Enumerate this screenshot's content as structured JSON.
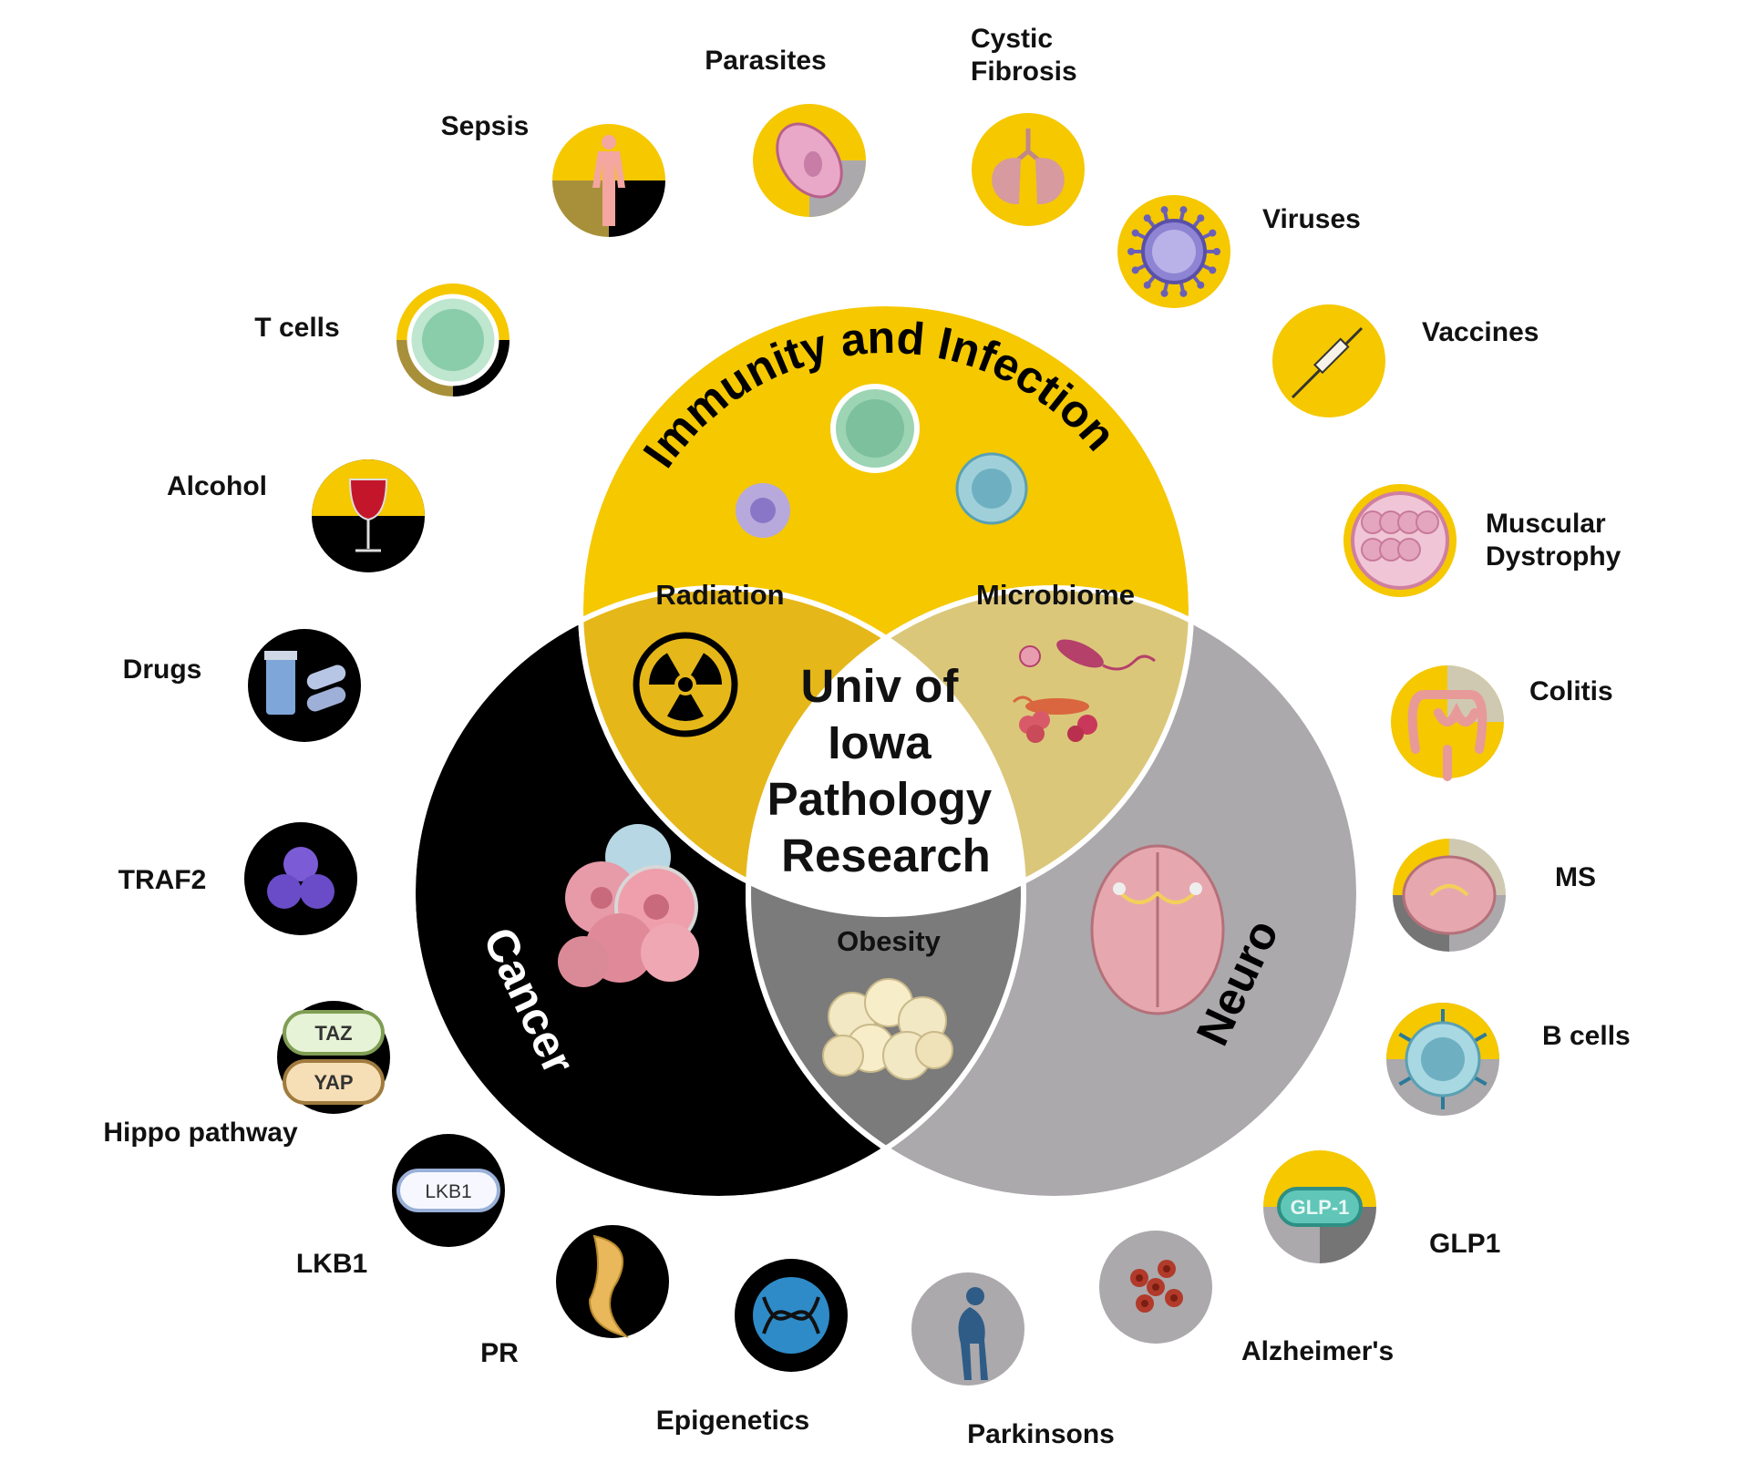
{
  "center_title": [
    "Univ of",
    "Iowa",
    "Pathology",
    "Research"
  ],
  "sets": {
    "top": "Immunity and Infection",
    "left": "Cancer",
    "right": "Neuro"
  },
  "overlaps": {
    "top_left": "Radiation",
    "top_right": "Microbiome",
    "bottom": "Obesity"
  },
  "topics": [
    {
      "id": "sepsis",
      "label": "Sepsis",
      "icon": "human-body-icon",
      "ring": [
        "gold",
        "black",
        "olive"
      ]
    },
    {
      "id": "parasites",
      "label": "Parasites",
      "icon": "parasite-icon",
      "ring": [
        "gold",
        "gray"
      ]
    },
    {
      "id": "cystic-fibrosis",
      "label": "Cystic Fibrosis",
      "icon": "lungs-icon",
      "ring": [
        "gold"
      ]
    },
    {
      "id": "viruses",
      "label": "Viruses",
      "icon": "virus-icon",
      "ring": [
        "gold"
      ]
    },
    {
      "id": "vaccines",
      "label": "Vaccines",
      "icon": "syringe-icon",
      "ring": [
        "gold"
      ]
    },
    {
      "id": "muscular-dystrophy",
      "label": "Muscular Dystrophy",
      "icon": "muscle-tissue-icon",
      "ring": [
        "gold"
      ]
    },
    {
      "id": "colitis",
      "label": "Colitis",
      "icon": "intestine-icon",
      "ring": [
        "gold",
        "beige"
      ]
    },
    {
      "id": "ms",
      "label": "MS",
      "icon": "brain-slice-icon",
      "ring": [
        "gold",
        "beige",
        "gray",
        "darkgray"
      ]
    },
    {
      "id": "b-cells",
      "label": "B cells",
      "icon": "b-cell-icon",
      "ring": [
        "gold",
        "gray"
      ]
    },
    {
      "id": "glp1",
      "label": "GLP1",
      "icon": "glp1-tag-icon",
      "tag": "GLP-1",
      "ring": [
        "gold",
        "gray",
        "darkgray"
      ]
    },
    {
      "id": "alzheimers",
      "label": "Alzheimer's",
      "icon": "plaques-icon",
      "ring": [
        "gray"
      ]
    },
    {
      "id": "parkinsons",
      "label": "Parkinsons",
      "icon": "stooped-person-icon",
      "ring": [
        "gray"
      ]
    },
    {
      "id": "epigenetics",
      "label": "Epigenetics",
      "icon": "dna-icon",
      "ring": [
        "black"
      ]
    },
    {
      "id": "pr",
      "label": "PR",
      "icon": "tissue-section-icon",
      "ring": [
        "black"
      ]
    },
    {
      "id": "lkb1",
      "label": "LKB1",
      "icon": "lkb1-tag-icon",
      "tag": "LKB1",
      "ring": [
        "black"
      ]
    },
    {
      "id": "hippo",
      "label": "Hippo pathway",
      "icon": "taz-yap-icon",
      "tag_top": "TAZ",
      "tag_bottom": "YAP",
      "ring": [
        "black"
      ]
    },
    {
      "id": "traf2",
      "label": "TRAF2",
      "icon": "trimer-icon",
      "ring": [
        "black"
      ]
    },
    {
      "id": "drugs",
      "label": "Drugs",
      "icon": "pills-icon",
      "ring": [
        "black"
      ]
    },
    {
      "id": "alcohol",
      "label": "Alcohol",
      "icon": "wine-glass-icon",
      "ring": [
        "gold",
        "black"
      ]
    },
    {
      "id": "t-cells",
      "label": "T cells",
      "icon": "t-cell-icon",
      "ring": [
        "gold",
        "olive",
        "black"
      ]
    }
  ],
  "colors": {
    "gold": "#F5C800",
    "black": "#000000",
    "gray": "#ABA9AC",
    "olive": "#A8903A",
    "beige": "#CFC9B2",
    "darkgray": "#757575",
    "radiation": "#E6B719",
    "microbiome": "#DBC77A",
    "obesity": "#7C7B7B"
  }
}
